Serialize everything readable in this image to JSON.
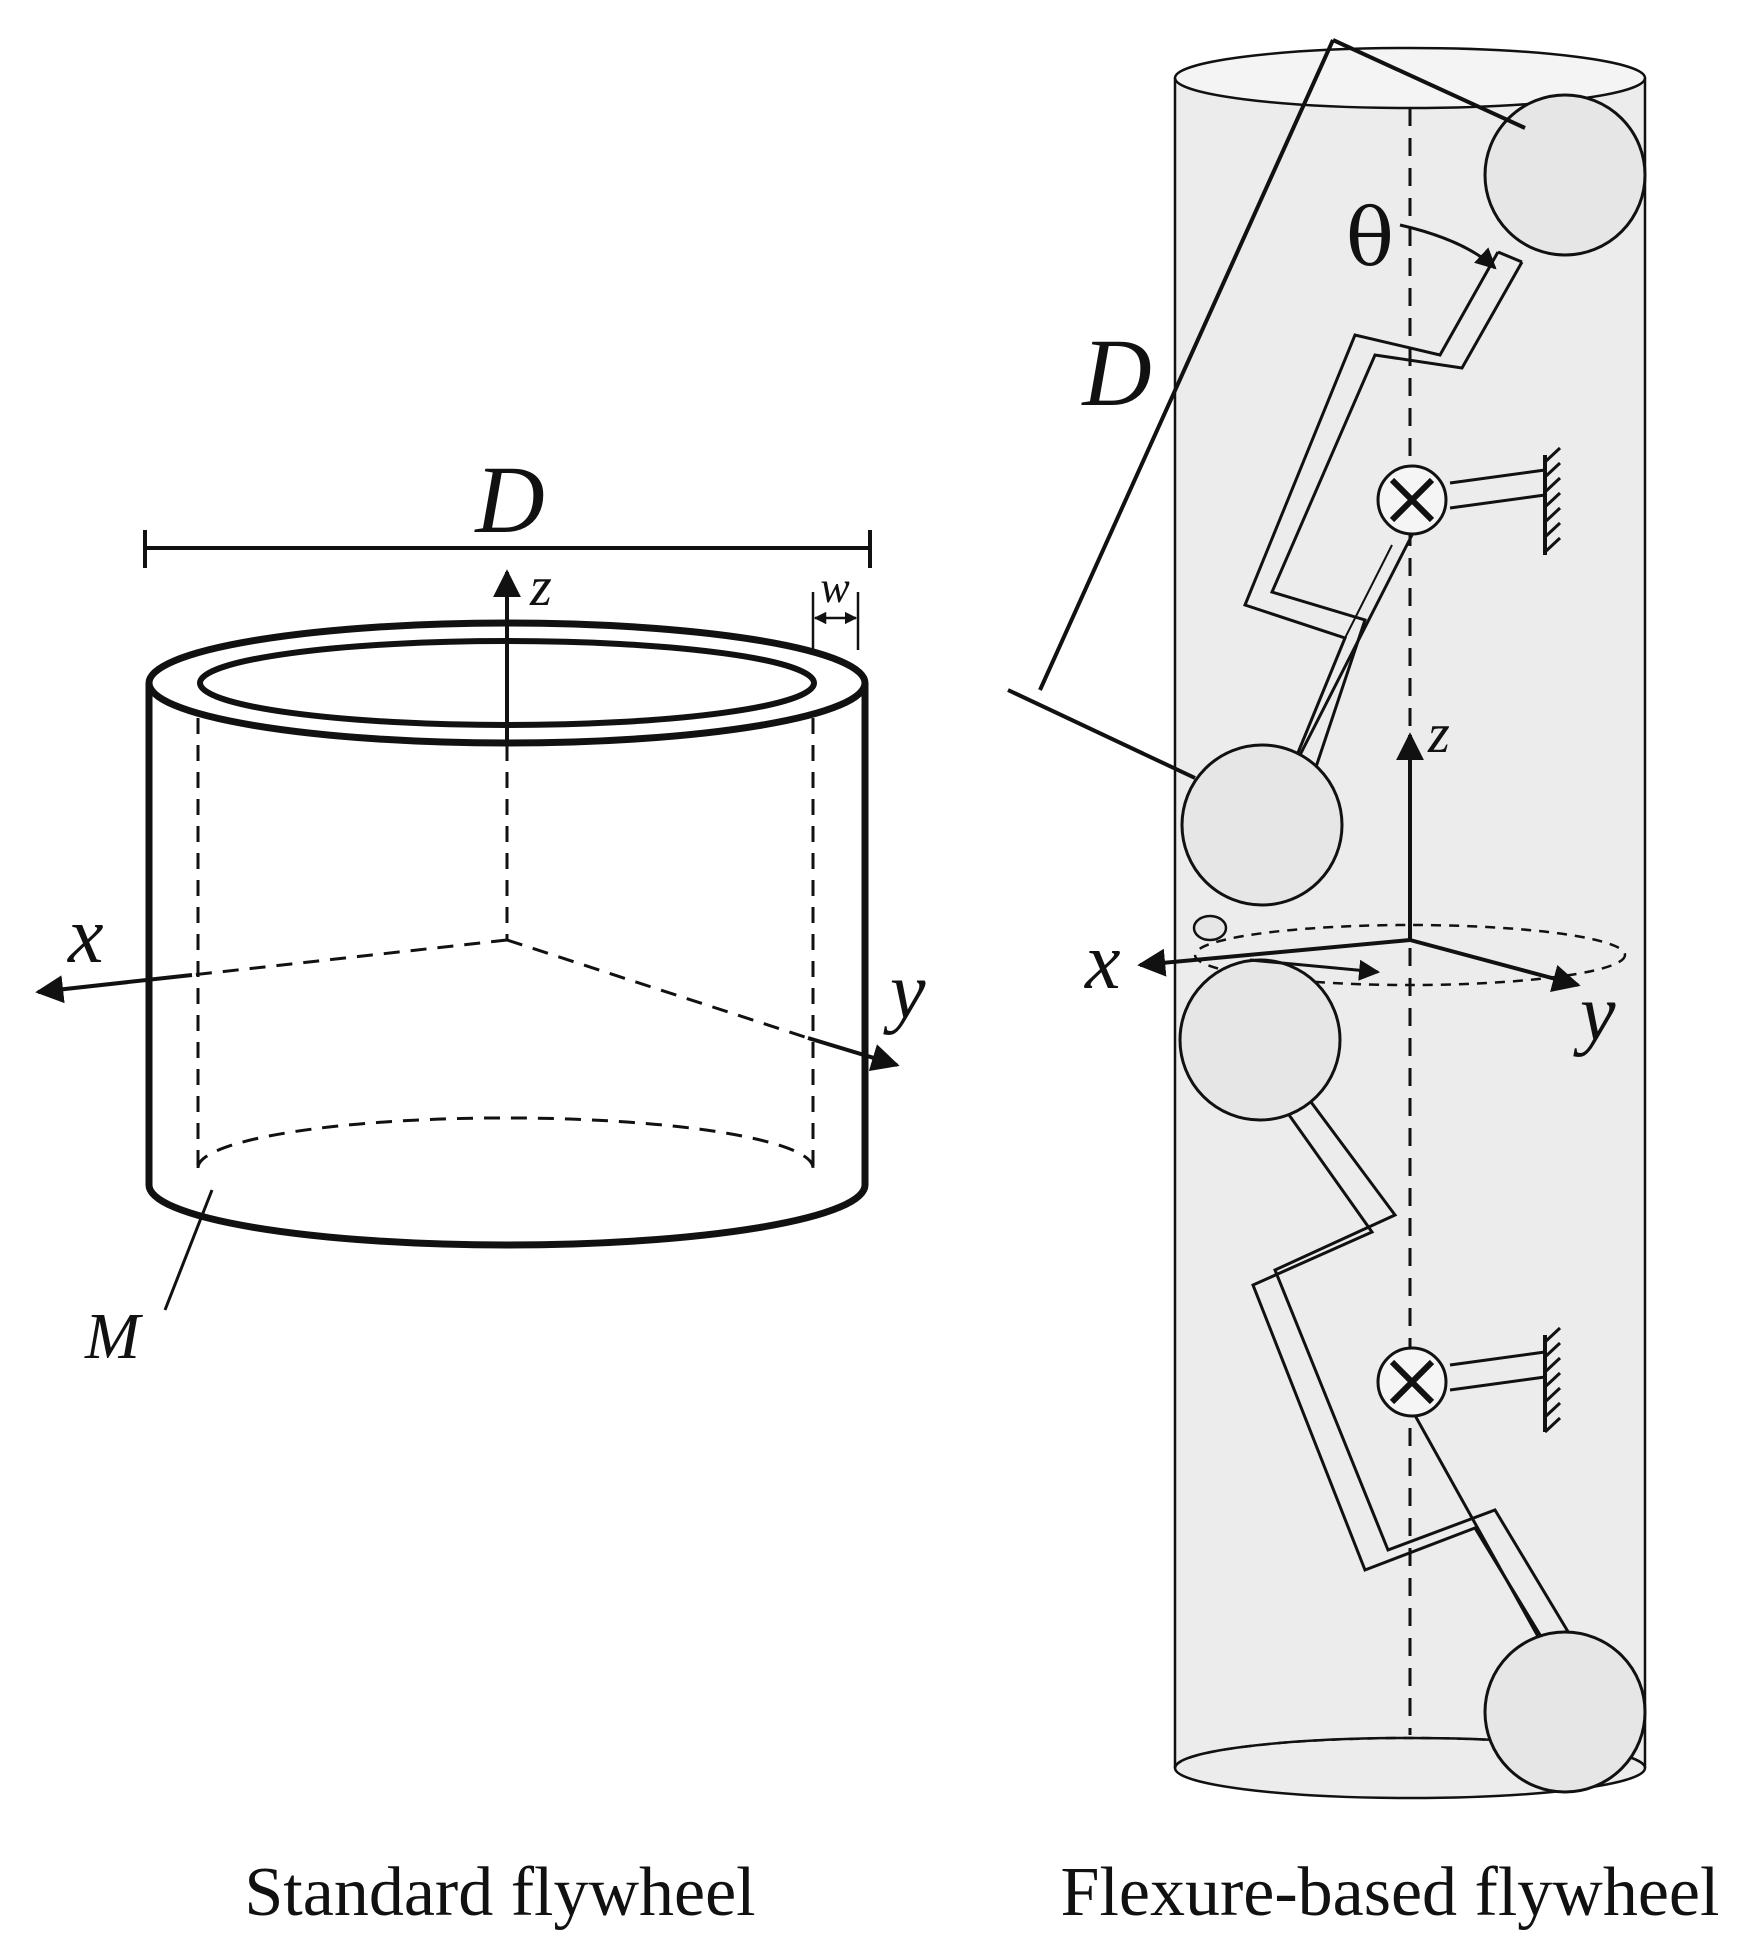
{
  "left_panel": {
    "caption": "Standard flywheel",
    "labels": {
      "diameter": "D",
      "z_axis": "z",
      "x_axis": "x",
      "y_axis": "y",
      "width": "w",
      "mass": "M"
    }
  },
  "right_panel": {
    "caption": "Flexure-based flywheel",
    "labels": {
      "diameter": "D",
      "angle": "θ",
      "z_axis": "z",
      "x_axis": "x",
      "y_axis": "y"
    }
  },
  "colors": {
    "stroke": "#111111",
    "cylinder_fill": "#ececec",
    "ball_fill": "#e6e6e6",
    "background": "#ffffff"
  }
}
